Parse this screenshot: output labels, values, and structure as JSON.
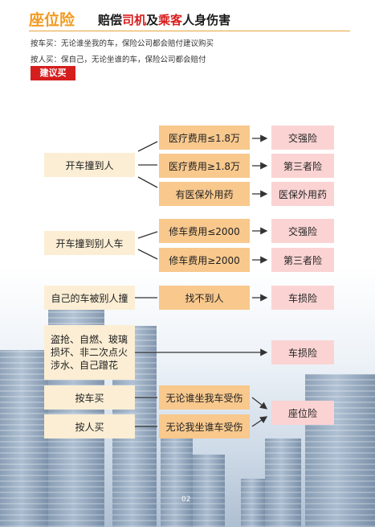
{
  "header": {
    "brand": "座位险",
    "tagline_pre": "赔偿",
    "tagline_hl1": "司机",
    "tagline_mid": "及",
    "tagline_hl2": "乘客",
    "tagline_post": "人身伤害"
  },
  "desc": {
    "by_car": "按车买：无论谁坐我的车，保险公司都会赔付建议购买",
    "by_person": "按人买：保自己，无论坐谁的车，保险公司都会赔付"
  },
  "suggest_label": "建议买",
  "flow": {
    "scene1": "开车撞到人",
    "cond1a": "医疗费用≤1.8万",
    "res1a": "交强险",
    "cond1b": "医疗费用≥1.8万",
    "res1b": "第三者险",
    "cond1c": "有医保外用药",
    "res1c": "医保外用药",
    "scene2": "开车撞到别人车",
    "cond2a": "修车费用≤2000",
    "res2a": "交强险",
    "cond2b": "修车费用≥2000",
    "res2b": "第三者险",
    "scene3": "自己的车被别人撞",
    "cond3": "找不到人",
    "res3": "车损险",
    "scene4": "盗抢、自燃、玻璃损坏、非二次点火涉水、自己蹭花",
    "res4": "车损险",
    "scene5": "按车买",
    "cond5": "无论谁坐我车受伤",
    "scene6": "按人买",
    "cond6": "无论我坐谁车受伤",
    "res56": "座位险"
  },
  "page_number": "02",
  "colors": {
    "brand": "#f29a1f",
    "highlight": "#d81c1c",
    "suggest_bg": "#d51e1e",
    "scene_bg": "#fbeed4",
    "condition_bg": "#f8c88d",
    "result_bg": "#fbd3d3"
  }
}
